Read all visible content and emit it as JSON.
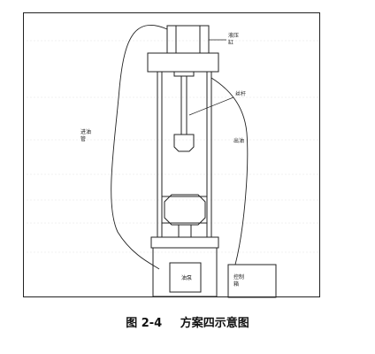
{
  "figure": {
    "labels": {
      "hydraulic_cylinder": "液压\n缸",
      "screw_rod": "丝杆",
      "inlet_pipe": "进油\n管",
      "return_pipe": "出油",
      "oil_pump": "油泵",
      "control_box": "控制\n箱"
    }
  },
  "caption": {
    "number": "图 2-4",
    "title": "方案四示意图"
  }
}
